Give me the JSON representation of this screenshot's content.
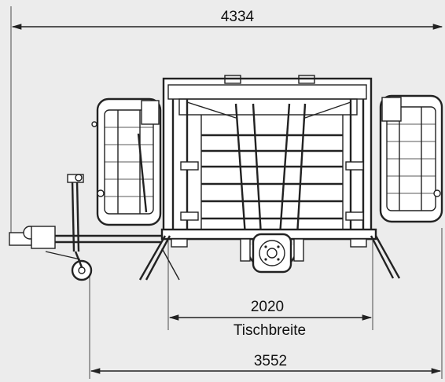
{
  "dimensions": {
    "overall_length": "4334",
    "table_width_value": "2020",
    "table_width_label": "Tischbreite",
    "frame_length": "3552"
  },
  "colors": {
    "background": "#ececec",
    "line": "#222222",
    "part_fill": "#ffffff"
  },
  "icons": {
    "arrowhead": "arrowhead-icon"
  }
}
